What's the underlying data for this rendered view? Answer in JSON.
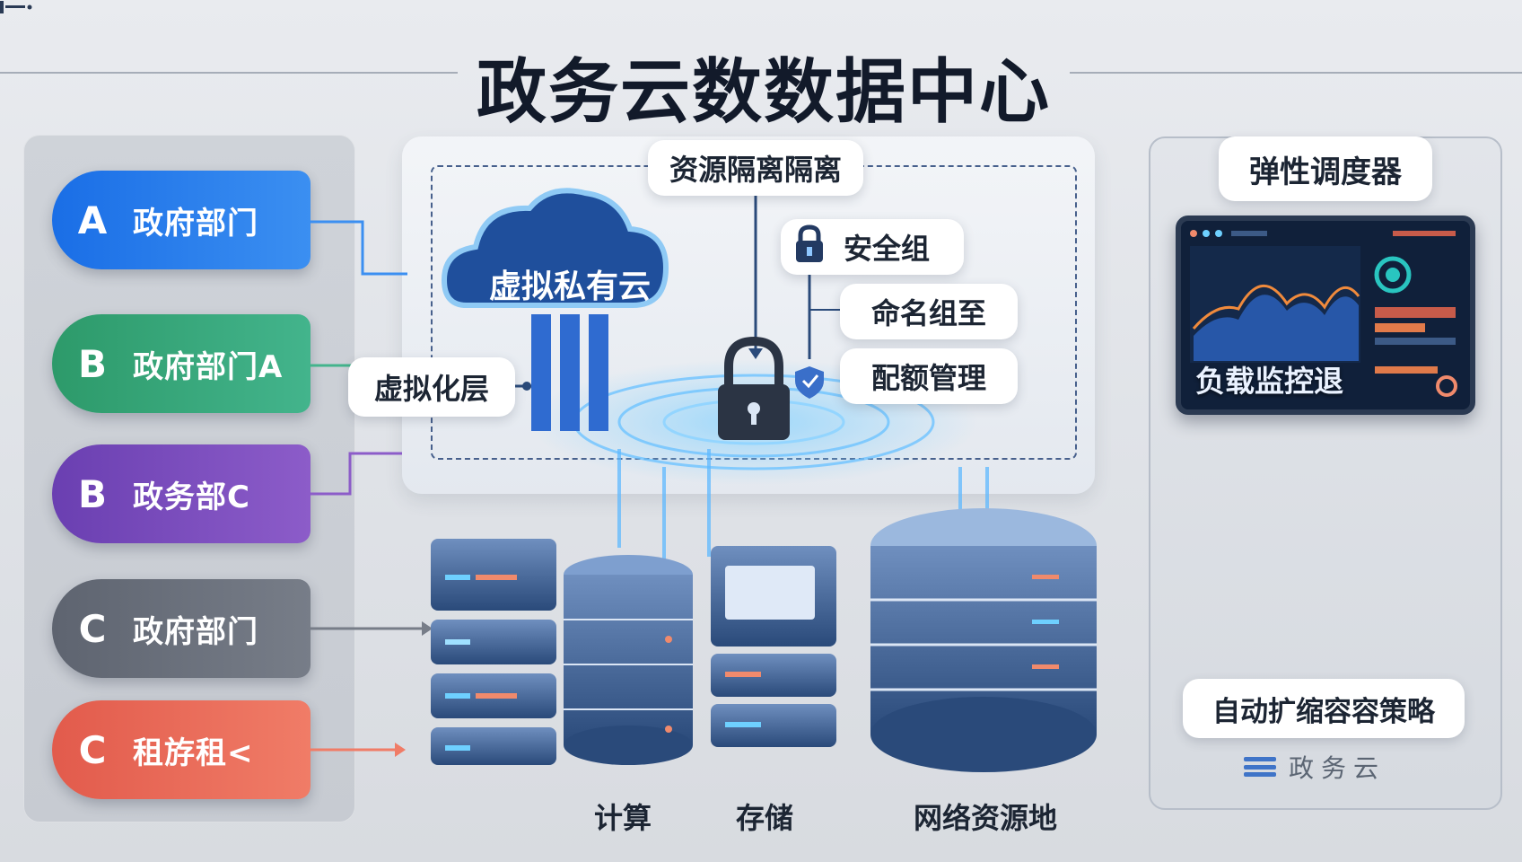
{
  "title": "政务云数数据中心",
  "tenants": [
    {
      "letter": "A",
      "label": "政府部门",
      "color": "#1a6ee6"
    },
    {
      "letter": "B",
      "label": "政府部门A",
      "color": "#2d9a6a"
    },
    {
      "letter": "B",
      "label": "政务部C",
      "color": "#6a3fb1"
    },
    {
      "letter": "C",
      "label": "政府部门",
      "color": "#5e6470"
    },
    {
      "letter": "C",
      "label": "租斿租<",
      "color": "#e25b4c"
    }
  ],
  "center": {
    "isolation_label": "资源隔离隔离",
    "cloud_label": "虚拟私有云",
    "security_group_label": "安全组",
    "naming_group_label": "命名组至",
    "quota_label": "配额管理",
    "virtual_layer_label": "虚拟化层"
  },
  "bottom": {
    "compute_label": "计算",
    "storage_label": "存储",
    "network_label": "网络资源地"
  },
  "right": {
    "scheduler_label": "弹性调度器",
    "monitor_label": "负载监控退",
    "autoscale_label": "自动扩缩容容策略",
    "brand_text": "政务云"
  },
  "icons": [
    "lock-icon",
    "shield-icon",
    "cloud-icon",
    "server-icon",
    "database-icon",
    "up-down-arrow-icon",
    "dashboard-icon"
  ],
  "colors": {
    "accent_blue": "#1a6ee6",
    "green": "#2d9a6a",
    "purple": "#6a3fb1",
    "gray": "#5e6470",
    "red": "#e25b4c",
    "dark_navy": "#10203a"
  }
}
